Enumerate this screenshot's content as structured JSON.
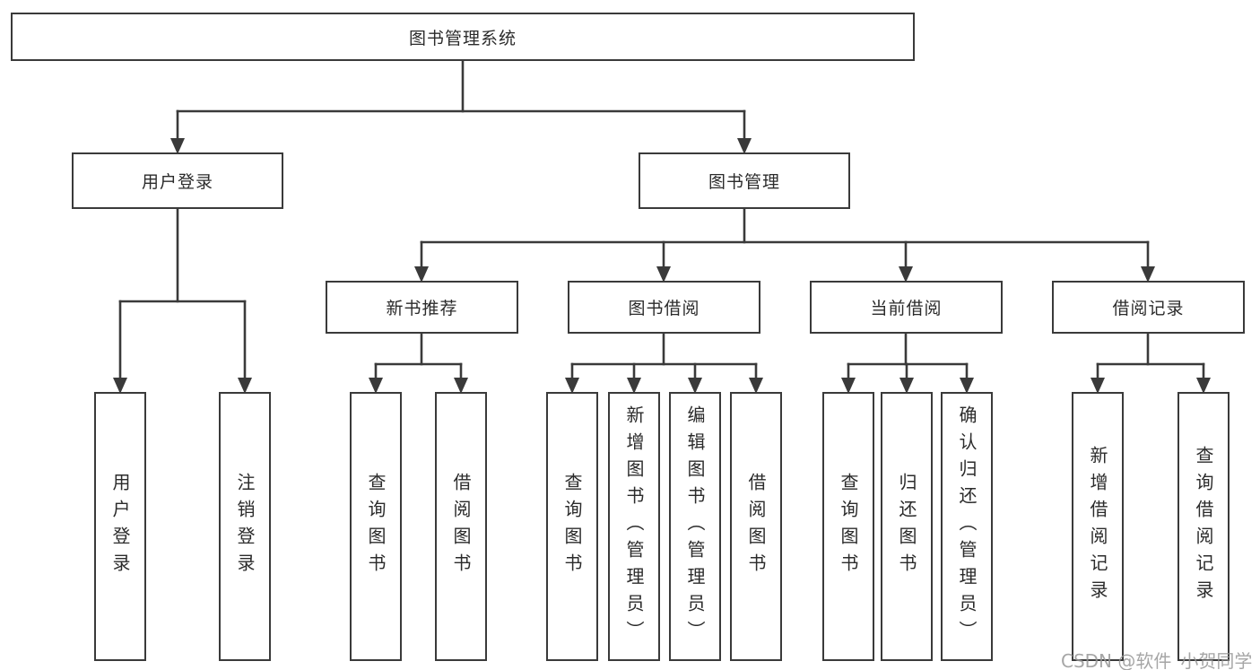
{
  "tree": {
    "root": "图书管理系统",
    "branches": [
      {
        "label": "用户登录",
        "children": [
          "用户登录",
          "注销登录"
        ]
      },
      {
        "label": "图书管理",
        "children": [
          {
            "label": "新书推荐",
            "children": [
              "查询图书",
              "借阅图书"
            ]
          },
          {
            "label": "图书借阅",
            "children": [
              "查询图书",
              "新增图书（管理员）",
              "编辑图书（管理员）",
              "借阅图书"
            ]
          },
          {
            "label": "当前借阅",
            "children": [
              "查询图书",
              "归还图书",
              "确认归还（管理员）"
            ]
          },
          {
            "label": "借阅记录",
            "children": [
              "新增借阅记录",
              "查询借阅记录"
            ]
          }
        ]
      }
    ]
  },
  "watermark": {
    "text": "CSDN @软件_小贺同学"
  },
  "colors": {
    "line": "#3a3a3a",
    "text": "#2b2b2b",
    "watermark": "#969696",
    "background": "#ffffff"
  }
}
